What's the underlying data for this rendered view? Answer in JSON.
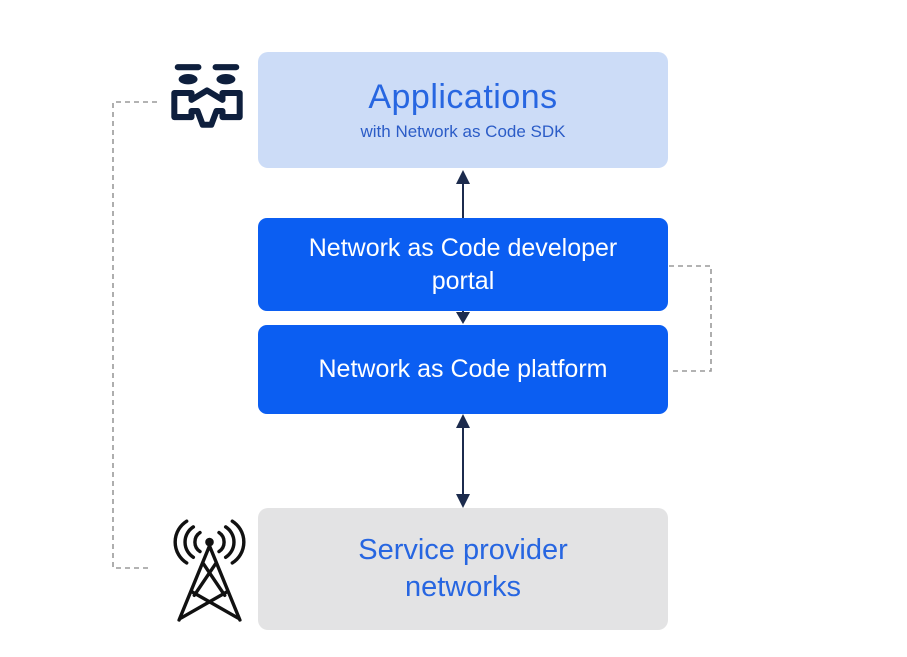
{
  "diagram": {
    "applications": {
      "title": "Applications",
      "subtitle": "with Network as Code SDK"
    },
    "developer_portal": {
      "line1": "Network as Code developer",
      "line2": "portal"
    },
    "platform": {
      "label": "Network as Code platform"
    },
    "service_provider": {
      "line1": "Service provider",
      "line2": "networks"
    },
    "icons": {
      "drone": "drone-icon",
      "cell_tower": "cell-tower-icon"
    },
    "colors": {
      "box_blue": "#0b5ef2",
      "box_light_blue": "#ccdcf7",
      "box_gray": "#e3e3e4",
      "text_blue": "#2766e1",
      "subtitle_blue": "#2b5cc7",
      "text_white": "#ffffff",
      "arrow_navy": "#1c2b4d",
      "dashed_gray": "#9a9a9a",
      "icon_navy": "#0e1f3d",
      "icon_black": "#111111"
    }
  }
}
